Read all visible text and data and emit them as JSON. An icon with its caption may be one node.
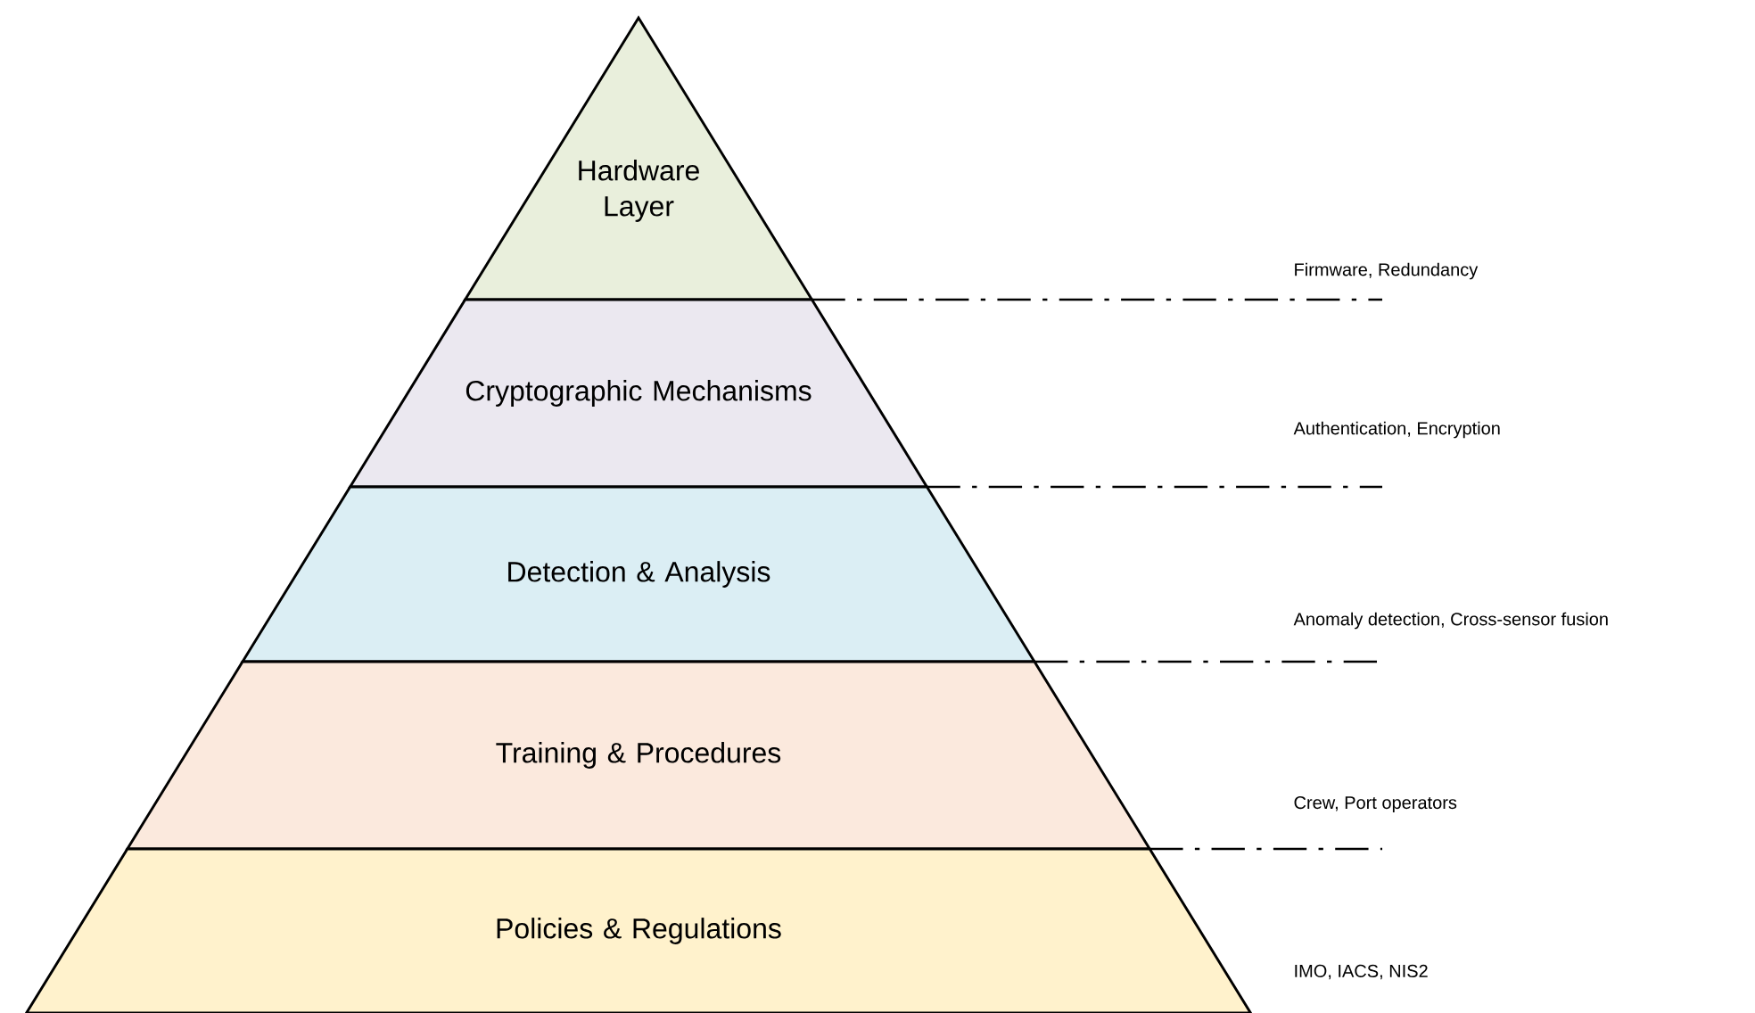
{
  "diagram": {
    "nodes": [
      {
        "text": [
          "Hardware Layer"
        ]
      },
      {
        "text": [
          "Cryptographic Mechanisms"
        ]
      },
      {
        "text": [
          "Detection & Analysis"
        ]
      },
      {
        "text": [
          "Training & Procedures"
        ]
      },
      {
        "text": [
          "Policies & Regulations"
        ]
      }
    ],
    "labels": [
      "Firmware, Redundancy",
      "Authentication, Encryption",
      "Anomaly detection, Cross-sensor fusion",
      "Crew, Port operators",
      "IMO, IACS, NIS2"
    ]
  }
}
